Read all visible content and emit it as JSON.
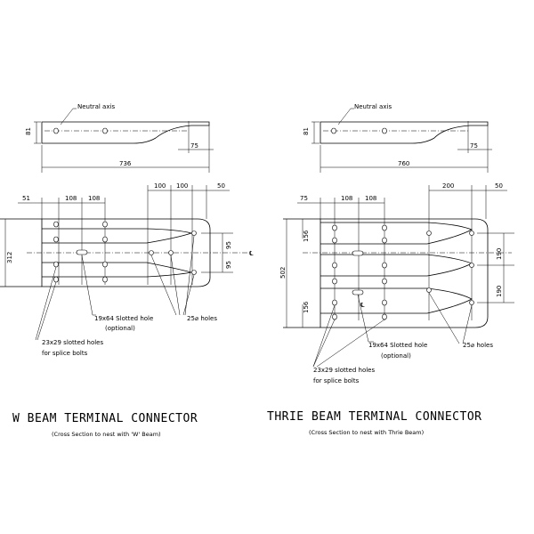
{
  "w_beam": {
    "neutral_axis": "Neutral axis",
    "dims": {
      "d81": "81",
      "d75": "75",
      "d736": "736",
      "d51": "51",
      "d108a": "108",
      "d108b": "108",
      "d100a": "100",
      "d100b": "100",
      "d50": "50",
      "d312": "312",
      "d95a": "95",
      "d95b": "95"
    },
    "centerline": "℄",
    "slotted_hole": "19x64 Slotted hole",
    "optional": "(optional)",
    "holes25": "25⌀ holes",
    "splice_line1": "23x29 slotted holes",
    "splice_line2": "for splice bolts",
    "title": "W BEAM TERMINAL CONNECTOR",
    "caption": "(Cross Section to nest with 'W' Beam)"
  },
  "thrie_beam": {
    "neutral_axis": "Neutral axis",
    "dims": {
      "d81": "81",
      "d75": "75",
      "d760": "760",
      "d75b": "75",
      "d108a": "108",
      "d108b": "108",
      "d200": "200",
      "d50": "50",
      "d156a": "156",
      "d502": "502",
      "d156b": "156",
      "d190a": "190",
      "d190b": "190"
    },
    "centerline": "℄",
    "slotted_hole": "19x64 Slotted hole",
    "optional": "(optional)",
    "holes25": "25⌀ holes",
    "splice_line1": "23x29 slotted holes",
    "splice_line2": "for splice bolts",
    "title": "THRIE BEAM TERMINAL CONNECTOR",
    "caption": "(Cross Section to nest with Thrie Beam)"
  }
}
